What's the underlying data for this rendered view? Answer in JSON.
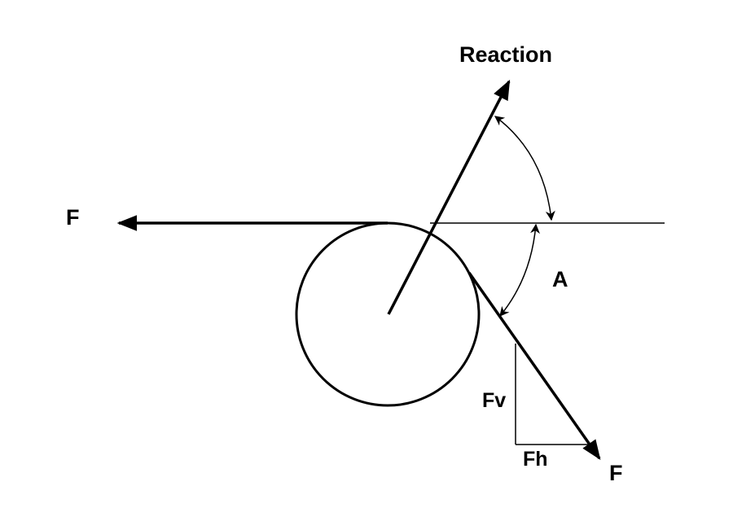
{
  "labels": {
    "reaction": "Reaction",
    "force_left": "F",
    "force_right": "F",
    "angle": "A",
    "vertical_component": "Fv",
    "horizontal_component": "Fh"
  },
  "colors": {
    "stroke": "#000000",
    "background": "#ffffff"
  }
}
